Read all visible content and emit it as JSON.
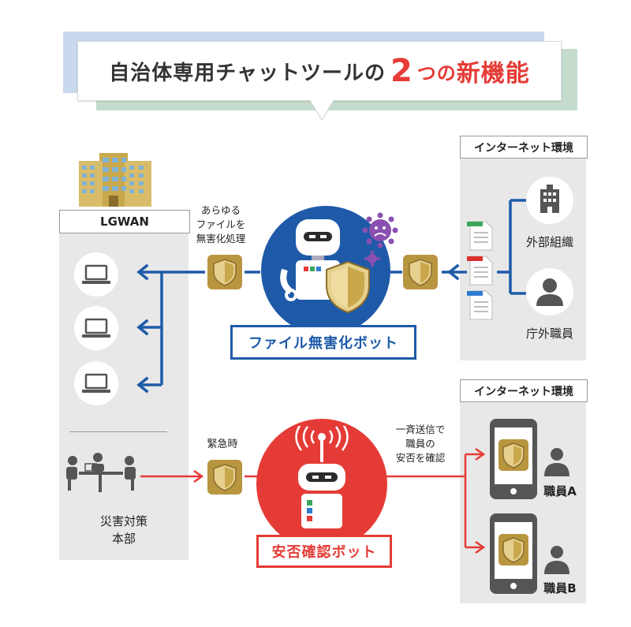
{
  "title": {
    "prefix": "自治体専用チャットツールの",
    "number": "2",
    "suffix_small": "つの",
    "suffix": "新機能"
  },
  "lgwan": {
    "label": "LGWAN",
    "hq_label_line1": "災害対策",
    "hq_label_line2": "本部"
  },
  "internet_top": {
    "label": "インターネット環境",
    "org_label": "外部組織",
    "staff_label": "庁外職員"
  },
  "internet_bottom": {
    "label": "インターネット環境",
    "staff_a": "職員A",
    "staff_b": "職員B"
  },
  "file_bot": {
    "name": "ファイル無害化ボット",
    "note_line1": "あらゆる",
    "note_line2": "ファイルを",
    "note_line3": "無害化処理"
  },
  "safety_bot": {
    "name": "安否確認ボット",
    "note": "緊急時",
    "broadcast_line1": "一斉送信で",
    "broadcast_line2": "職員の",
    "broadcast_line3": "安否を確認"
  },
  "colors": {
    "blue": "#1e5aa8",
    "red": "#e53b36",
    "gold": "#c9a84c",
    "grey_panel": "#e8e8e8"
  },
  "icons": [
    "building-icon",
    "laptop-icon",
    "meeting-icon",
    "shield-icon",
    "robot-icon",
    "virus-icon",
    "document-icon",
    "office-icon",
    "person-icon",
    "smartphone-icon",
    "antenna-icon"
  ]
}
